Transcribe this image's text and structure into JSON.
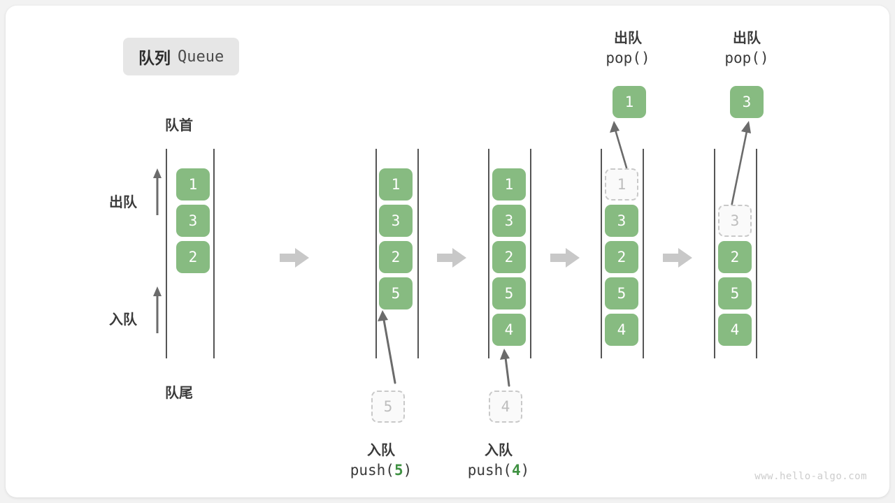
{
  "title": {
    "cn": "队列",
    "en": "Queue"
  },
  "labels": {
    "head": "队首",
    "tail": "队尾",
    "dequeue": "出队",
    "enqueue": "入队"
  },
  "colors": {
    "cell_green": "#87bb81",
    "ghost_fill": "#fafafa",
    "ghost_border": "#c9c9c9",
    "rail": "#555555",
    "arrow_gray": "#6b6b6b",
    "step_arrow": "#c8c8c8",
    "badge_bg": "#e6e6e6",
    "accent_num": "#3f9142"
  },
  "watermark": "www.hello-algo.com",
  "panels": [
    {
      "id": "initial",
      "cells": [
        {
          "value": "1",
          "state": "solid"
        },
        {
          "value": "3",
          "state": "solid"
        },
        {
          "value": "2",
          "state": "solid"
        }
      ]
    },
    {
      "id": "after-push-5",
      "cells": [
        {
          "value": "1",
          "state": "solid"
        },
        {
          "value": "3",
          "state": "solid"
        },
        {
          "value": "2",
          "state": "solid"
        },
        {
          "value": "5",
          "state": "solid"
        }
      ],
      "incoming": {
        "value": "5",
        "state": "ghost"
      },
      "caption": {
        "cn": "入队",
        "code_prefix": "push(",
        "code_num": "5",
        "code_suffix": ")"
      }
    },
    {
      "id": "after-push-4",
      "cells": [
        {
          "value": "1",
          "state": "solid"
        },
        {
          "value": "3",
          "state": "solid"
        },
        {
          "value": "2",
          "state": "solid"
        },
        {
          "value": "5",
          "state": "solid"
        },
        {
          "value": "4",
          "state": "solid"
        }
      ],
      "incoming": {
        "value": "4",
        "state": "ghost"
      },
      "caption": {
        "cn": "入队",
        "code_prefix": "push(",
        "code_num": "4",
        "code_suffix": ")"
      }
    },
    {
      "id": "after-pop-1",
      "cells": [
        {
          "value": "1",
          "state": "ghost"
        },
        {
          "value": "3",
          "state": "solid"
        },
        {
          "value": "2",
          "state": "solid"
        },
        {
          "value": "5",
          "state": "solid"
        },
        {
          "value": "4",
          "state": "solid"
        }
      ],
      "popped": {
        "value": "1"
      },
      "caption": {
        "cn": "出队",
        "code": "pop()"
      }
    },
    {
      "id": "after-pop-3",
      "cells": [
        {
          "value": "3",
          "state": "ghost"
        },
        {
          "value": "2",
          "state": "solid"
        },
        {
          "value": "5",
          "state": "solid"
        },
        {
          "value": "4",
          "state": "solid"
        }
      ],
      "popped": {
        "value": "3"
      },
      "caption": {
        "cn": "出队",
        "code": "pop()"
      }
    }
  ]
}
